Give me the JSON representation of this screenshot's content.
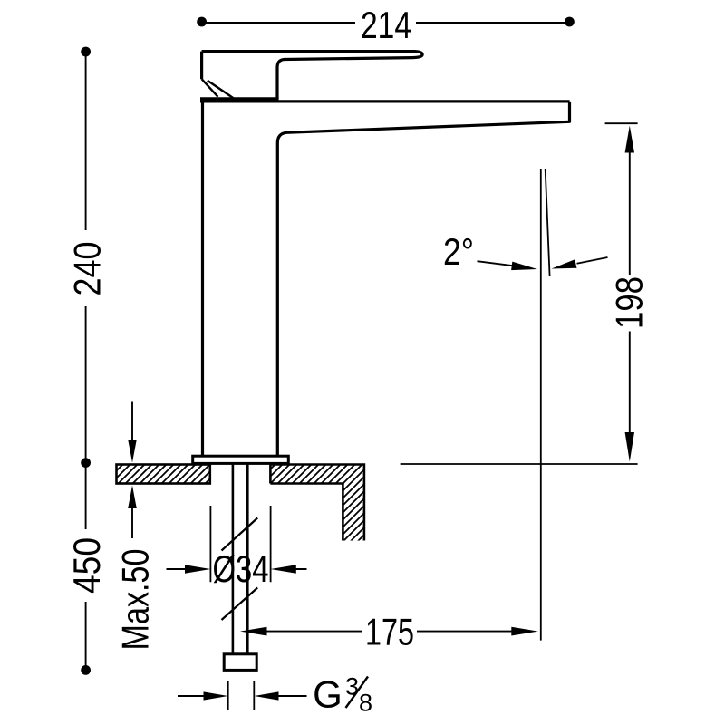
{
  "colors": {
    "line": "#000000",
    "background": "#ffffff"
  },
  "dimensions": {
    "top_width": "214",
    "upper_height": "240",
    "lower_height": "450",
    "deck_thickness": "Max.50",
    "base_diameter": "Ø34",
    "spout_reach": "175",
    "outlet_height": "198",
    "spout_angle": "2°",
    "thread": {
      "prefix": "G",
      "numerator": "3",
      "denominator": "8"
    }
  }
}
